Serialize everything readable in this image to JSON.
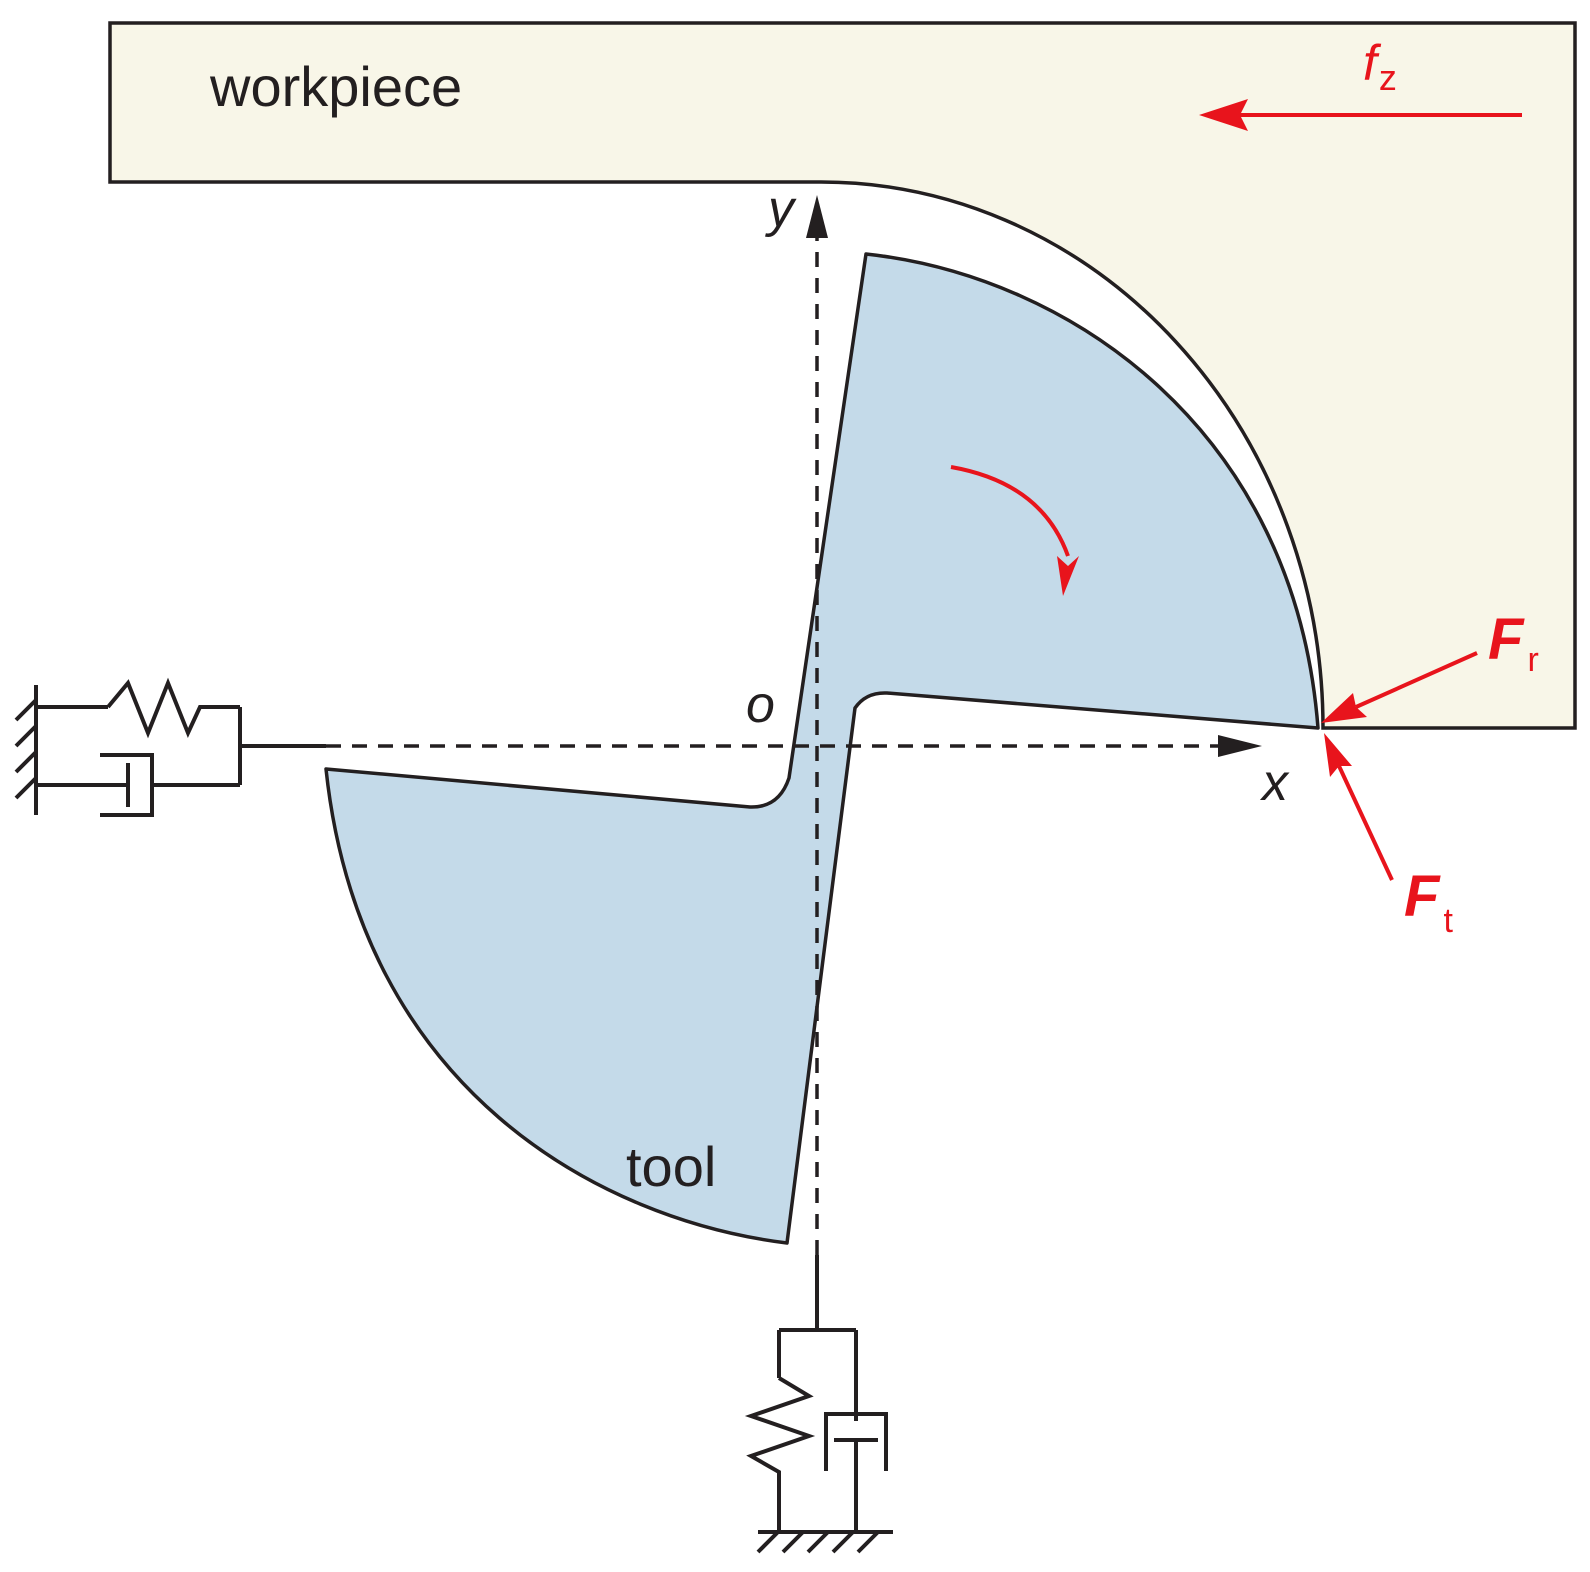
{
  "labels": {
    "workpiece": "workpiece",
    "tool": "tool",
    "feed_symbol": "f",
    "feed_subscript": "z",
    "axis_x": "x",
    "axis_y": "y",
    "origin": "o",
    "radial_force_symbol": "F",
    "radial_force_subscript": "r",
    "tangential_force_symbol": "F",
    "tangential_force_subscript": "t"
  },
  "colors": {
    "workpiece_fill": "#f8f6e8",
    "tool_fill": "#c4dae9",
    "outline": "#231f20",
    "force_red": "#e8141c"
  },
  "icons": {
    "x_spring": "spring-icon",
    "x_damper": "damper-icon",
    "x_ground": "ground-hatch-icon",
    "y_spring": "spring-icon",
    "y_damper": "damper-icon",
    "y_ground": "ground-hatch-icon",
    "rotation": "rotation-arrow-icon"
  }
}
